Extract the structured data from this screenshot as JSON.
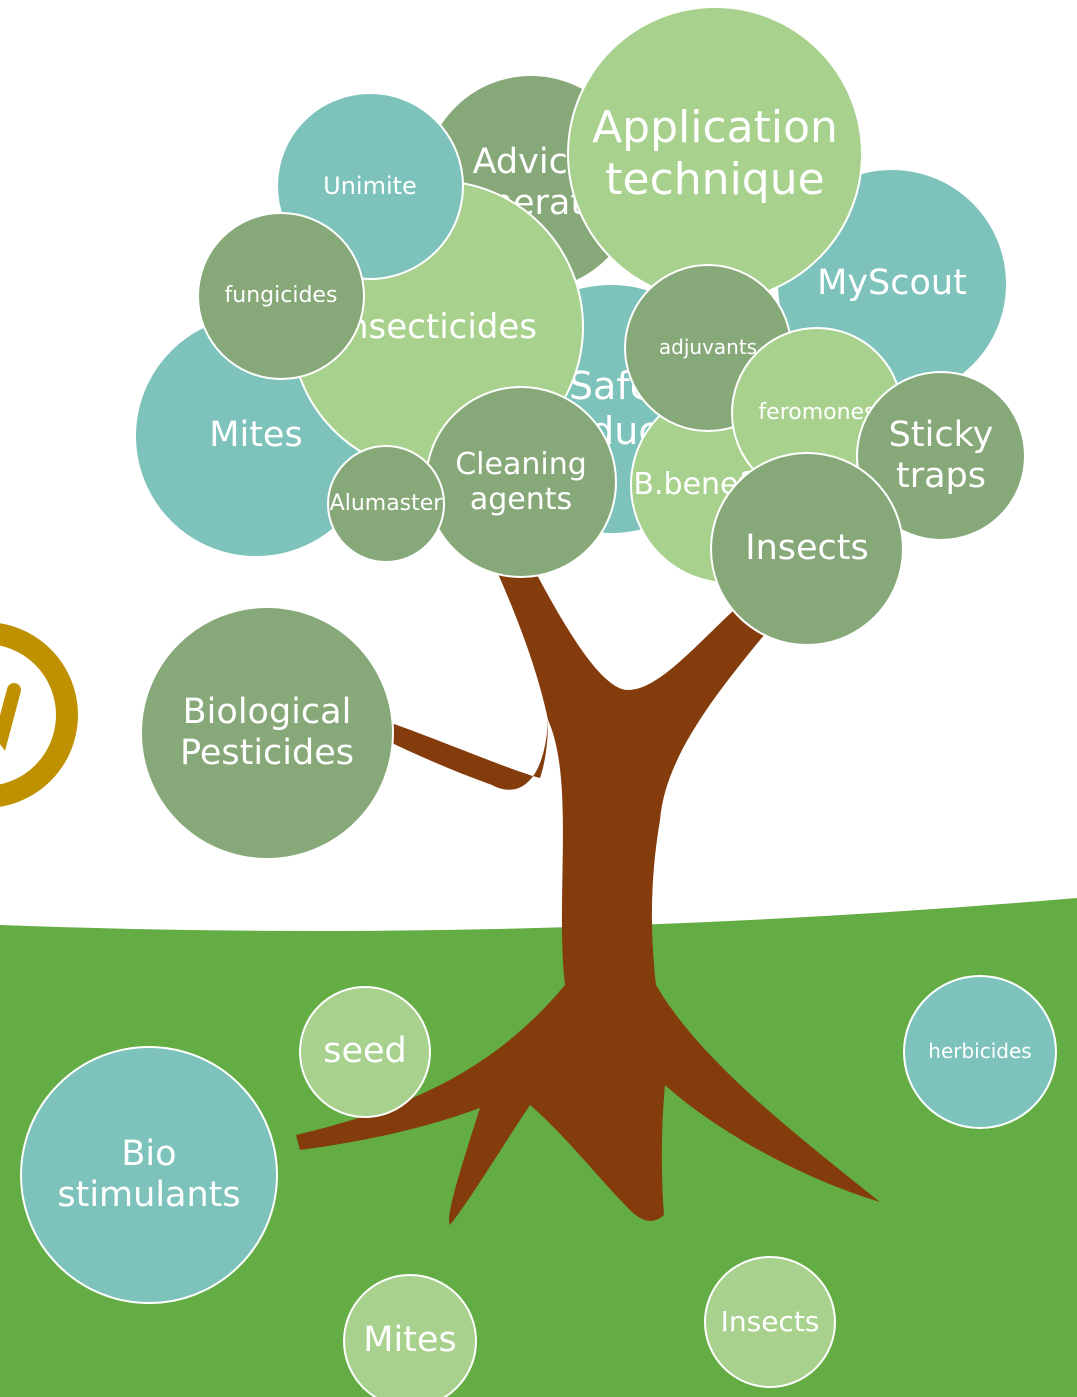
{
  "colors": {
    "background": "#ffffff",
    "ground": "#63ad44",
    "trunk": "#843c0c",
    "ring": "#bf9000",
    "teal": "#7dc3bb",
    "sage": "#87a878",
    "lime": "#a8d18d",
    "bubble_border": "#ffffff",
    "text": "#ffffff"
  },
  "bubbles": {
    "mites_left": "Mites",
    "safe_products": "Safe\nproducts",
    "myscout": "MyScout",
    "advice_generator": "Advice\nGenerator",
    "insecticides": "Insecticides",
    "unimite": "Unimite",
    "fungicides": "fungicides",
    "bbeneficials": "B.beneficials",
    "application_technique": "Application\ntechnique",
    "adjuvants": "adjuvants",
    "feromones": "feromones",
    "sticky_traps": "Sticky\ntraps",
    "insects_canopy": "Insects",
    "cleaning_agents": "Cleaning\nagents",
    "alumaster": "Alumaster",
    "biological_pesticides": "Biological\nPesticides",
    "seed": "seed",
    "bio_stimulants": "Bio\nstimulants",
    "herbicides": "herbicides",
    "mites_ground": "Mites",
    "insects_ground": "Insects"
  }
}
